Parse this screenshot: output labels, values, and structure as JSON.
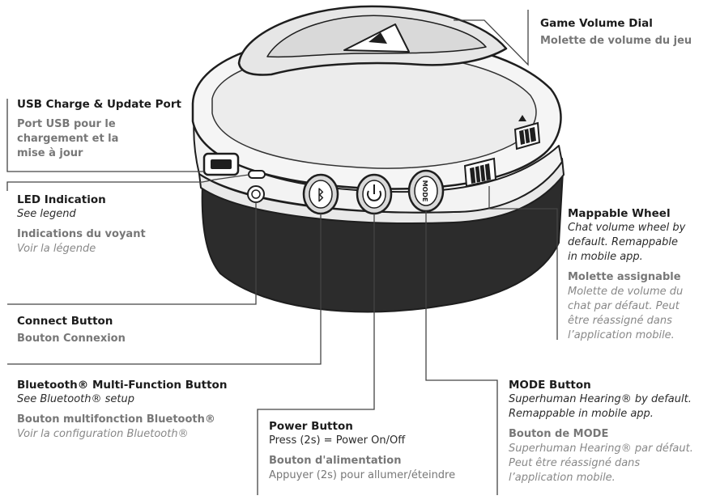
{
  "callouts": {
    "game_volume": {
      "title": "Game Volume Dial",
      "fr_title": "Molette de volume du jeu"
    },
    "usb_port": {
      "title": "USB Charge & Update Port",
      "fr_title": "Port USB pour le\nchargement et la\nmise à jour"
    },
    "led": {
      "title": "LED Indication",
      "subtitle": "See legend",
      "fr_title": "Indications du voyant",
      "fr_subtitle": "Voir la légende"
    },
    "connect": {
      "title": "Connect Button",
      "fr_title": "Bouton Connexion"
    },
    "bluetooth": {
      "title": "Bluetooth® Multi-Function Button",
      "subtitle": "See Bluetooth® setup",
      "fr_title": "Bouton multifonction Bluetooth®",
      "fr_subtitle": "Voir la configuration Bluetooth®"
    },
    "power": {
      "title": "Power Button",
      "desc": "Press (2s) = Power On/Off",
      "fr_title": "Bouton d'alimentation",
      "fr_desc": "Appuyer (2s) pour allumer/éteindre"
    },
    "mode": {
      "title": "MODE Button",
      "subtitle": "Superhuman Hearing® by default.\nRemappable in mobile app.",
      "fr_title": "Bouton de MODE",
      "fr_subtitle": "Superhuman Hearing® par défaut.\nPeut être réassigné dans\nl’application mobile."
    },
    "mappable": {
      "title": "Mappable Wheel",
      "subtitle": "Chat volume wheel by\ndefault. Remappable\nin mobile app.",
      "fr_title": "Molette assignable",
      "fr_subtitle": "Molette de volume du\nchat par défaut. Peut\nêtre réassigné dans\nl’application mobile."
    }
  },
  "device": {
    "mode_label": "MODE",
    "bluetooth_symbol": "ᛒ"
  },
  "colors": {
    "outline": "#1e1e1e",
    "shell_light": "#efefef",
    "shell_mid": "#d6d6d6",
    "shell_dark": "#2a2a2a",
    "leader_line": "#444444"
  }
}
